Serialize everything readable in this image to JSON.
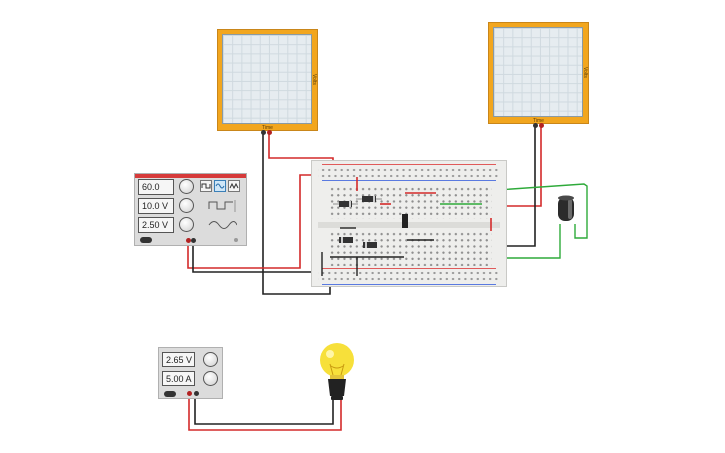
{
  "oscilloscopes": [
    {
      "id": "scope-1",
      "side_label": "Volts",
      "time_label": "Time"
    },
    {
      "id": "scope-2",
      "side_label": "Volts",
      "time_label": "Time"
    }
  ],
  "function_generator": {
    "frequency": "60.0 Hz",
    "amplitude": "10.0 V",
    "offset": "2.50 V",
    "waveforms": [
      "square-wave-icon",
      "sine-wave-icon",
      "triangle-wave-icon"
    ],
    "active_waveform": "sine-wave-icon"
  },
  "power_supply": {
    "voltage": "2.65 V",
    "current": "5.00 A"
  },
  "colors": {
    "scope_body": "#f2a61e",
    "wire_red": "#d42a2a",
    "wire_black": "#222222",
    "wire_green": "#2eaa3a",
    "bulb": "#f7e03a"
  }
}
